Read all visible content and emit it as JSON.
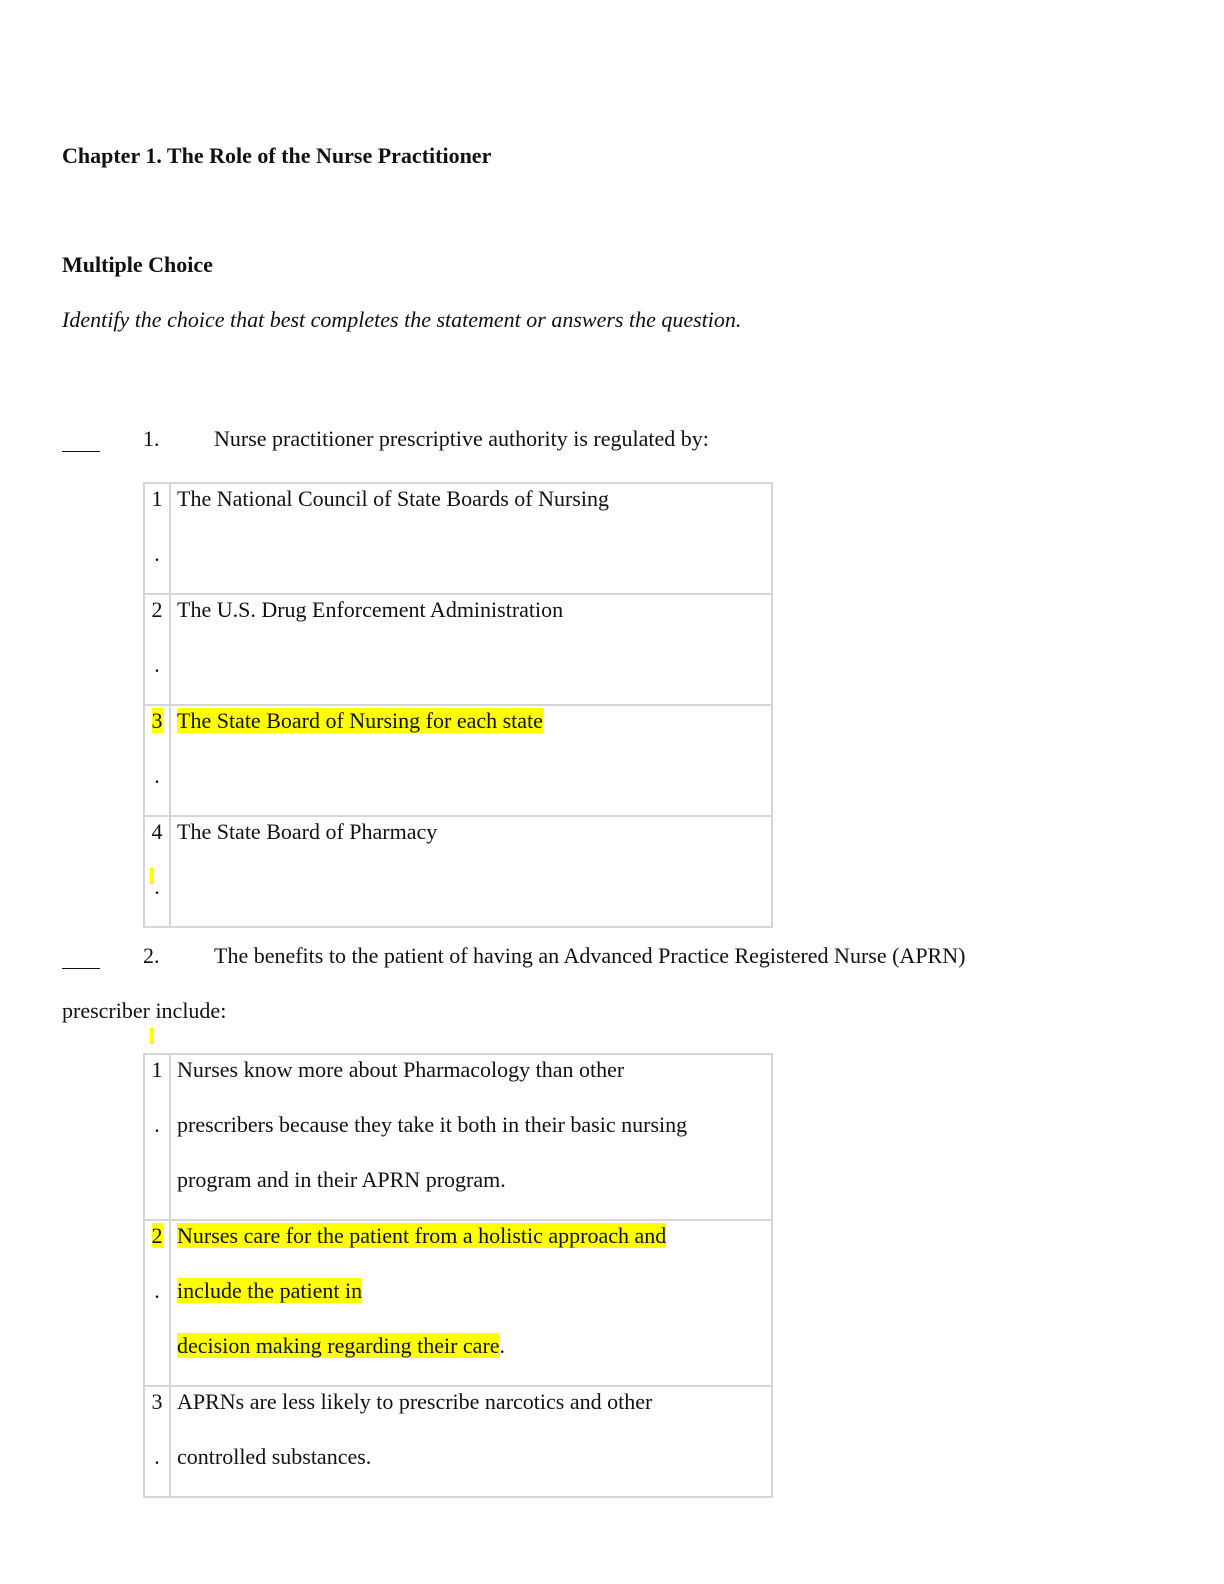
{
  "document": {
    "chapter_title": "Chapter 1. The Role of the Nurse Practitioner",
    "section_title": "Multiple Choice",
    "instructions": "Identify the choice that best completes the statement or answers the question.",
    "questions": [
      {
        "number": "1.",
        "stem": "Nurse practitioner prescriptive authority is regulated by:",
        "choices": [
          {
            "num": "1",
            "dot": ".",
            "lines": [
              "The National Council of State Boards of Nursing"
            ],
            "highlighted": false
          },
          {
            "num": "2",
            "dot": ".",
            "lines": [
              "The U.S. Drug Enforcement Administration"
            ],
            "highlighted": false
          },
          {
            "num": "3",
            "dot": ".",
            "lines": [
              "The State Board of Nursing for each state"
            ],
            "highlighted": true
          },
          {
            "num": "4",
            "dot": ".",
            "lines": [
              "The State Board of Pharmacy"
            ],
            "highlighted": false
          }
        ]
      },
      {
        "number": "2.",
        "stem": "The benefits to the patient of having an Advanced Practice Registered Nurse (APRN)",
        "stem_continued": "prescriber include:",
        "choices": [
          {
            "num": "1",
            "dot": ".",
            "lines": [
              "Nurses know more about Pharmacology than other",
              "prescribers because they take it both in their basic nursing",
              "program and in their APRN program."
            ],
            "highlighted": false
          },
          {
            "num": "2",
            "dot": ".",
            "lines": [
              "Nurses care for the patient from a holistic approach and",
              "include the patient in",
              "decision making regarding their care"
            ],
            "trailing": ".",
            "highlighted": true
          },
          {
            "num": "3",
            "dot": ".",
            "lines": [
              "APRNs are less likely to prescribe narcotics and other",
              "controlled substances."
            ],
            "highlighted": false
          }
        ]
      }
    ],
    "highlight_color": "#ffff00",
    "border_color": "#d6d6d6"
  }
}
